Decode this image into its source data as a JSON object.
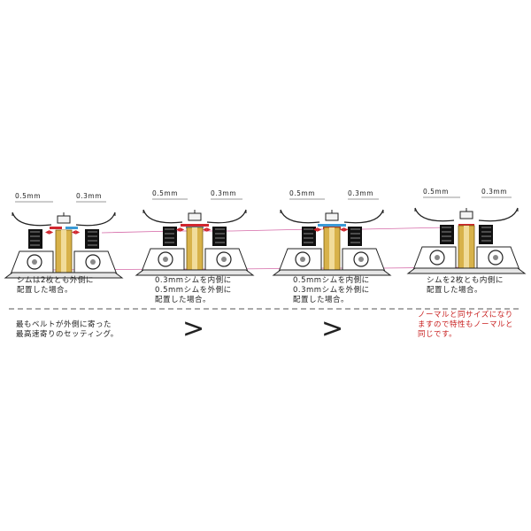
{
  "colors": {
    "red_shim": "#d0262e",
    "blue_shim": "#3a9ad6",
    "gold_collar": "#d8b24a",
    "magenta_line": "#d56aa8",
    "warning_text": "#c81e1e"
  },
  "panels": [
    {
      "label_left": "0.5mm",
      "label_right": "0.3mm",
      "caption": "シムは2枚とも外側に\n配置した場合。"
    },
    {
      "label_left": "0.5mm",
      "label_right": "0.3mm",
      "caption": "0.3mmシムを内側に\n0.5mmシムを外側に\n配置した場合。"
    },
    {
      "label_left": "0.5mm",
      "label_right": "0.3mm",
      "caption": "0.5mmシムを内側に\n0.3mmシムを外側に\n配置した場合。"
    },
    {
      "label_left": "0.5mm",
      "label_right": "0.3mm",
      "caption": "シムを2枚とも内側に\n配置した場合。"
    }
  ],
  "comparison": {
    "left_note": "最もベルトが外側に寄った\n最高速寄りのセッティング。",
    "symbol_1": ">",
    "symbol_2": ">",
    "right_note": "ノーマルと同サイズになり\nますので特性もノーマルと\n同じです。"
  }
}
